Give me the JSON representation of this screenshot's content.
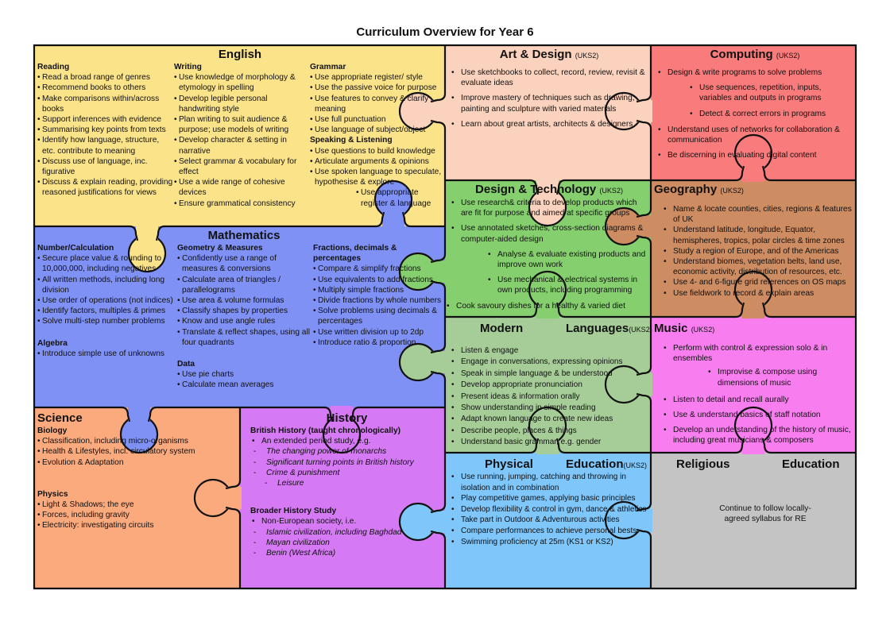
{
  "title": "Curriculum Overview for Year 6",
  "colors": {
    "english": "#fbe38a",
    "art": "#fbd2bd",
    "computing": "#f97b7b",
    "maths": "#7f91f5",
    "dt": "#86cf6e",
    "geography": "#cd8c62",
    "languages": "#a6cd98",
    "music": "#f87ef0",
    "science": "#fbaa7e",
    "history": "#d57af4",
    "pe": "#7fc6fa",
    "re": "#c4c4c4",
    "outline": "#111111"
  },
  "english": {
    "heading": "English",
    "reading": {
      "title": "Reading",
      "items": [
        "Read a broad range of genres",
        "Recommend books to others",
        "Make comparisons within/across books",
        "Support inferences with evidence",
        "Summarising key points from texts",
        "Identify how language, structure, etc. contribute to meaning",
        "Discuss use of language, inc. figurative",
        "Discuss & explain reading, providing reasoned justifications for views"
      ]
    },
    "writing": {
      "title": "Writing",
      "items": [
        "Use knowledge of morphology & etymology in spelling",
        "Develop legible personal handwriting style",
        "Plan writing to suit audience & purpose; use models of writing",
        "Develop character & setting in narrative",
        "Select grammar & vocabulary for effect",
        "Use a wide range of cohesive devices",
        "Ensure grammatical consistency"
      ]
    },
    "grammar": {
      "title": "Grammar",
      "items": [
        "Use appropriate register/ style",
        "Use the passive voice for purpose",
        "Use features to convey & clarify meaning",
        "Use full punctuation",
        "Use language of subject/object"
      ]
    },
    "speaking": {
      "title": "Speaking & Listening",
      "items": [
        "Use questions to build knowledge",
        "Articulate arguments & opinions",
        "Use spoken language to speculate, hypothesise & explore",
        "Use appropriate register & language"
      ]
    }
  },
  "art": {
    "heading": "Art & Design",
    "tag": "(UKS2)",
    "items": [
      "Use sketchbooks to collect, record, review, revisit & evaluate ideas",
      "Improve mastery of techniques such as drawing, painting and sculpture with varied materials",
      "Learn about great artists, architects & designers"
    ]
  },
  "computing": {
    "heading": "Computing",
    "tag": "(UKS2)",
    "items": [
      "Design & write programs to solve problems",
      "Use sequences, repetition, inputs, variables and outputs in programs",
      "Detect & correct errors in programs",
      "Understand uses of networks for collaboration & communication",
      "Be discerning in evaluating digital content"
    ]
  },
  "maths": {
    "heading": "Mathematics",
    "number": {
      "title": "Number/Calculation",
      "items": [
        "Secure place value & rounding to 10,000,000, including negatives",
        "All written methods, including long division",
        "Use order of operations (not indices)",
        "Identify factors, multiples & primes",
        "Solve multi-step number problems"
      ]
    },
    "algebra": {
      "title": "Algebra",
      "items": [
        "Introduce simple use of unknowns"
      ]
    },
    "geometry": {
      "title": "Geometry & Measures",
      "items": [
        "Confidently use a range of measures & conversions",
        "Calculate area of triangles / parallelograms",
        "Use area & volume formulas",
        "Classify shapes by properties",
        "Know and use angle rules",
        "Translate & reflect shapes, using all four quadrants"
      ]
    },
    "data": {
      "title": "Data",
      "items": [
        "Use pie charts",
        "Calculate mean averages"
      ]
    },
    "fractions": {
      "title": "Fractions, decimals & percentages",
      "items": [
        "Compare & simplify fractions",
        "Use equivalents to add fractions",
        "Multiply simple fractions",
        "Divide fractions by whole numbers",
        "Solve problems using decimals & percentages",
        "Use written division up to 2dp",
        "Introduce ratio & proportion"
      ]
    }
  },
  "dt": {
    "heading": "Design & Technology",
    "tag": "(UKS2)",
    "items": [
      "Use research& criteria to develop products which are fit for purpose and aimed at specific groups",
      "Use annotated sketches, cross-section diagrams & computer-aided design",
      "Analyse & evaluate existing products and improve own work",
      "Use mechanical & electrical systems in own products, including programming",
      "Cook savoury dishes for a healthy & varied diet"
    ]
  },
  "geography": {
    "heading": "Geography",
    "tag": "(UKS2)",
    "items": [
      "Name & locate counties, cities, regions & features of UK",
      "Understand latitude, longitude, Equator, hemispheres, tropics, polar circles & time zones",
      "Study a region of Europe, and of the Americas",
      "Understand biomes, vegetation belts, land use, economic activity, distribution of resources, etc.",
      "Use 4- and 6-figure grid references on OS maps",
      "Use fieldwork to record & explain areas"
    ]
  },
  "languages": {
    "heading_left": "Modern",
    "heading_right": "Languages",
    "tag": "(UKS2)",
    "items": [
      "Listen & engage",
      "Engage in conversations, expressing opinions",
      "Speak in simple language & be understood",
      "Develop appropriate pronunciation",
      "Present ideas & information orally",
      "Show understanding in simple reading",
      "Adapt known language to create new ideas",
      "Describe people, places & things",
      "Understand basic grammar, e.g. gender"
    ]
  },
  "music": {
    "heading": "Music",
    "tag": "(UKS2)",
    "items": [
      "Perform with control & expression solo & in ensembles",
      "Improvise & compose using dimensions of music",
      "Listen to detail and recall aurally",
      "Use & understand basics of staff notation",
      "Develop an understanding of the history of music, including great musicians & composers"
    ]
  },
  "science": {
    "heading": "Science",
    "biology": {
      "title": "Biology",
      "items": [
        "Classification, including micro-organisms",
        "Health & Lifestyles, incl. circulatory system",
        "Evolution & Adaptation"
      ]
    },
    "physics": {
      "title": "Physics",
      "items": [
        "Light & Shadows; the eye",
        "Forces, including gravity",
        "Electricity: investigating circuits"
      ]
    }
  },
  "history": {
    "heading": "History",
    "british": {
      "title": "British History (taught chronologically)",
      "lead": "An extended period study, e.g.",
      "examples": [
        "The changing power of monarchs",
        "Significant turning points in British history",
        "Crime & punishment",
        "Leisure"
      ]
    },
    "broader": {
      "title": "Broader History Study",
      "lead": "Non-European society, i.e.",
      "examples": [
        "Islamic civilization, including Baghdad",
        "Mayan civilization",
        "Benin (West Africa)"
      ]
    }
  },
  "pe": {
    "heading_left": "Physical",
    "heading_right": "Education",
    "tag": "(UKS2)",
    "items": [
      "Use running, jumping, catching and throwing in isolation and  in combination",
      "Play competitive games, applying basic principles",
      "Develop flexibility & control in gym, dance & athletics",
      "Take part in Outdoor & Adventurous activities",
      "Compare performances to achieve personal bests",
      "Swimming proficiency at 25m (KS1 or KS2)"
    ]
  },
  "re": {
    "heading_left": "Religious",
    "heading_right": "Education",
    "text": "Continue to follow locally-agreed syllabus for RE"
  }
}
